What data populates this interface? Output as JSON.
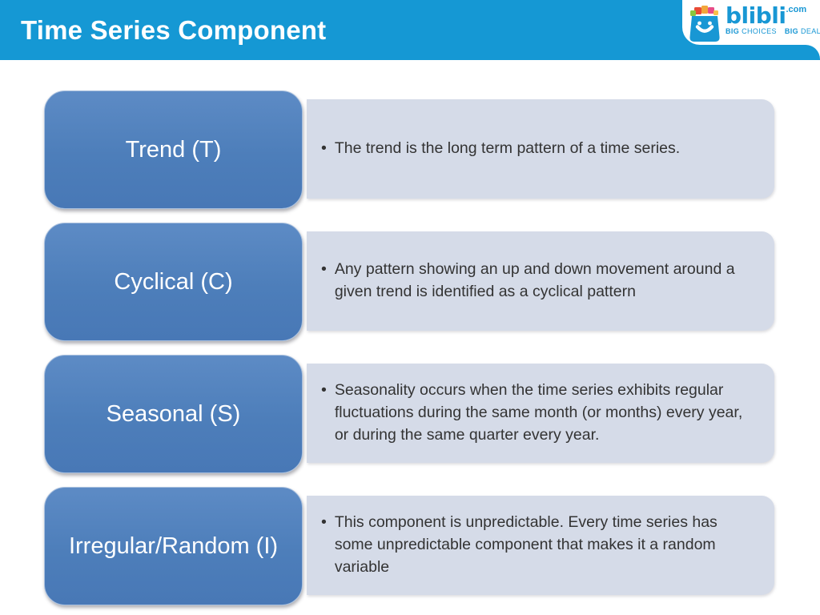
{
  "header": {
    "title": "Time Series Component",
    "logo": {
      "brand": "blibli",
      "tld": ".com",
      "tagline": {
        "w1": "BIG",
        "w2": "CHOICES",
        "w3": "BIG",
        "w4": "DEALS"
      }
    }
  },
  "list": {
    "bullet": "•"
  },
  "rows": [
    {
      "label": "Trend (T)",
      "text": "The trend is the long term pattern of a time series."
    },
    {
      "label": "Cyclical (C)",
      "text": "Any pattern showing an up and down movement around a given trend is identified as a cyclical pattern"
    },
    {
      "label": "Seasonal (S)",
      "text": "Seasonality occurs when the time series exhibits regular fluctuations during the same month (or months) every year, or during the same quarter every year."
    },
    {
      "label": "Irregular/Random (I)",
      "text": "This component is unpredictable. Every time series has some unpredictable component that makes it a random variable"
    }
  ],
  "colors": {
    "header_blue": "#1598d4",
    "shape_blue": "#4d7eba",
    "panel_gray_blue": "#d5dbe8",
    "body_text": "#333333",
    "gift_red": "#e94b35",
    "gift_orange": "#f2a63b",
    "gift_pink": "#e84c88",
    "gift_green": "#8cc63f",
    "gift_yellow": "#f7c04a"
  }
}
